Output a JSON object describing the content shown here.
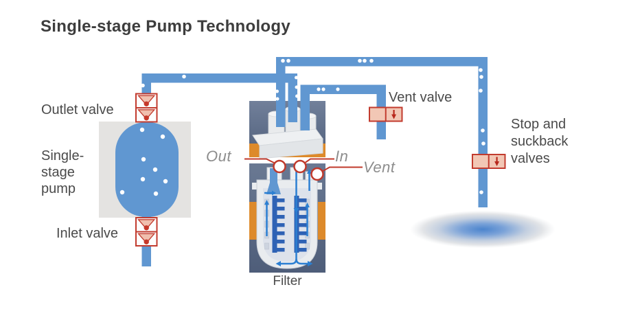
{
  "title": "Single-stage Pump Technology",
  "diagram": {
    "labels": {
      "outlet_valve": "Outlet valve",
      "pump": "Single-\nstage\npump",
      "inlet_valve": "Inlet valve",
      "vent_valve": "Vent valve",
      "stop_suckback": "Stop and\nsuckback\nvalves",
      "filter": "Filter"
    },
    "ports": {
      "out": "Out",
      "in": "In",
      "vent": "Vent"
    },
    "colors": {
      "pipe_blue": "#6097d1",
      "valve_red": "#c23b2e",
      "valve_triangle_fill": "#f0bfae",
      "valve_box_fill": "#f2c7b5",
      "callout_red": "#c0392b",
      "title_text": "#3d3d3d",
      "label_text": "#4a4a4a",
      "port_label_text": "#8d8d8d",
      "pump_background": "#e4e3e1",
      "photo_slate": "#5c6b85",
      "photo_orange": "#dd8a2b",
      "flow_blue": "#2b7fd2",
      "pleat_blue": "#2e62b5",
      "puddle_blue": "#4b84cd",
      "bubble_white": "#ffffff"
    }
  }
}
